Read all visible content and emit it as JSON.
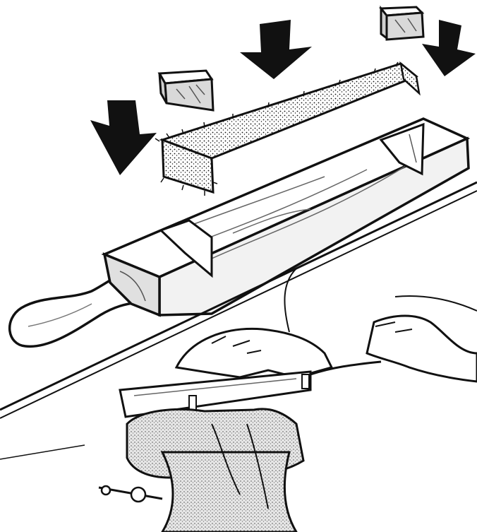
{
  "illustration": {
    "style": "black ink line drawing",
    "parts": [
      "arrow-icon",
      "wooden-wedge",
      "sandpaper-strip",
      "sanding-block-with-handle",
      "workbench-edge",
      "hands",
      "bench-vise"
    ]
  },
  "colors": {
    "ink": "#111111",
    "paper": "#ffffff",
    "vise_tone": "#bdbdbd",
    "grit_tone": "#9a9a9a",
    "wedge_face": "#d9d9d9"
  }
}
